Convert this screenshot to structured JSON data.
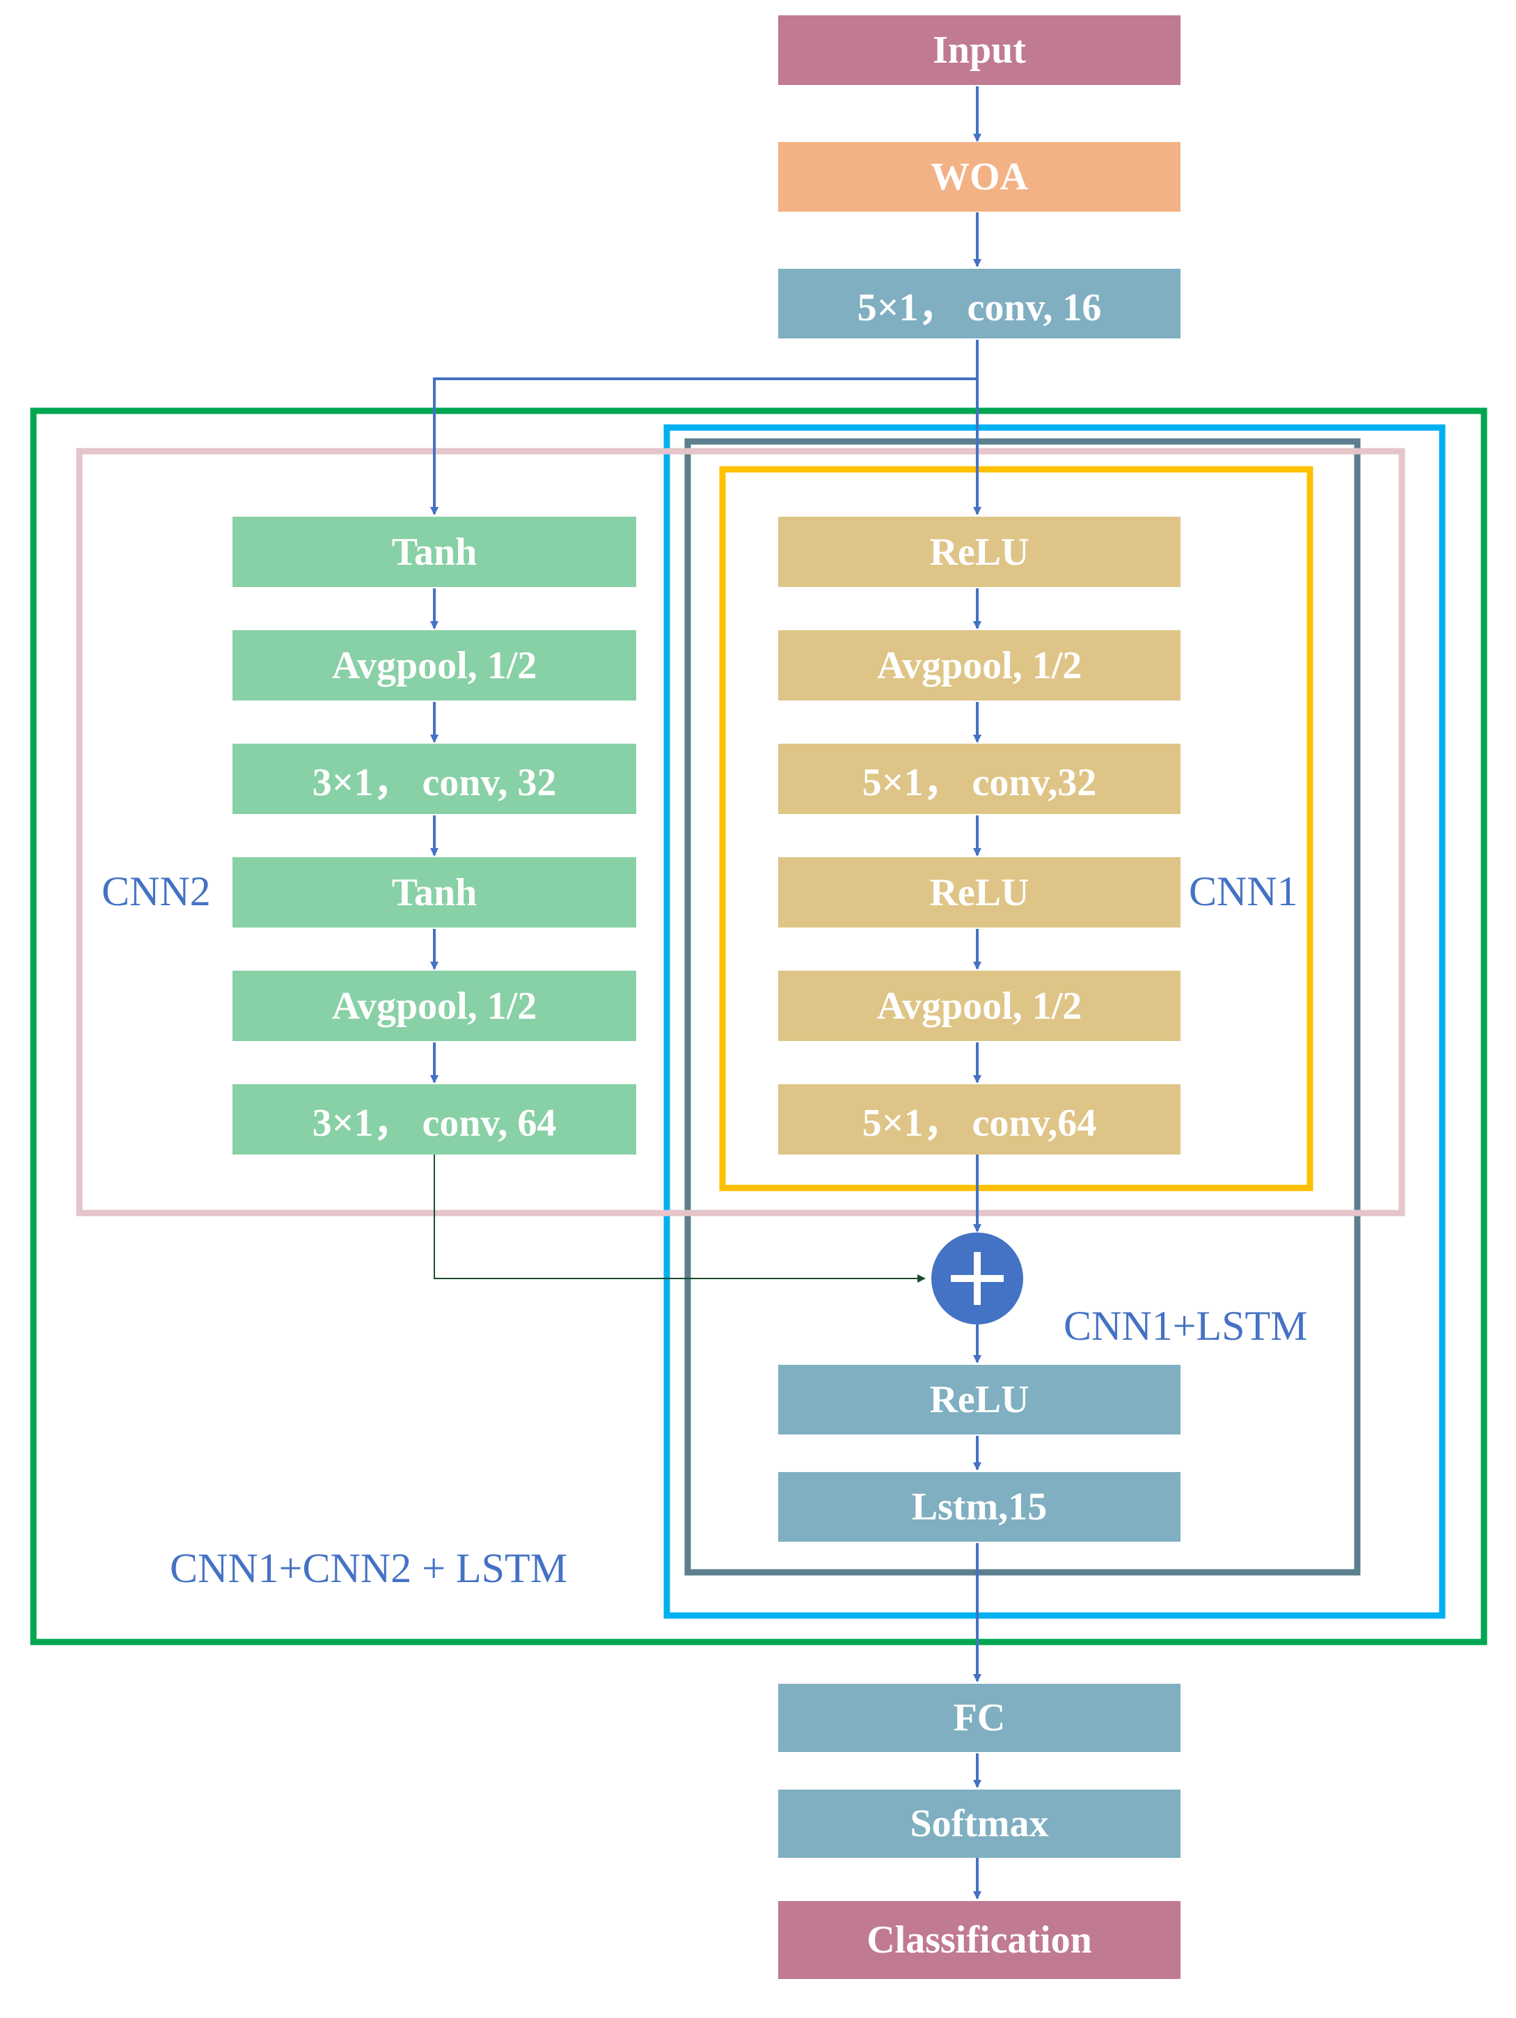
{
  "colors": {
    "input": "#c07a93",
    "woa": "#f3b285",
    "blue_node": "#7fafc1",
    "green_node": "#88d0a5",
    "tan_node": "#dec587",
    "arrow": "#4472c4",
    "sum_node": "#4472c4",
    "group_outer": "#00a651",
    "group_cnn2": "#e5c4ca",
    "group_cnn1": "#ffc000",
    "group_cnn1_lstm": "#5b7f8e",
    "group_blue": "#00b0f0",
    "label_text": "#4472c4"
  },
  "nodes": {
    "input": "Input",
    "woa": "WOA",
    "conv16": "5×1， conv, 16",
    "cnn2": {
      "tanh1": "Tanh",
      "avgpool1": "Avgpool, 1/2",
      "conv32": "3×1， conv, 32",
      "tanh2": "Tanh",
      "avgpool2": "Avgpool, 1/2",
      "conv64": "3×1， conv, 64"
    },
    "cnn1": {
      "relu1": "ReLU",
      "avgpool1": "Avgpool, 1/2",
      "conv32": "5×1， conv,32",
      "relu2": "ReLU",
      "avgpool2": "Avgpool, 1/2",
      "conv64": "5×1， conv,64"
    },
    "relu": "ReLU",
    "lstm": "Lstm,15",
    "fc": "FC",
    "softmax": "Softmax",
    "classification": "Classification"
  },
  "group_labels": {
    "cnn2": "CNN2",
    "cnn1": "CNN1",
    "cnn1_lstm": "CNN1+LSTM",
    "cnn1_cnn2_lstm": "CNN1+CNN2 + LSTM"
  },
  "sum_icon": "plus-icon"
}
